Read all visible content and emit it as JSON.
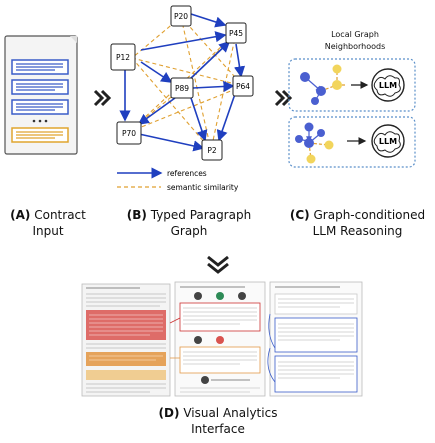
{
  "graph": {
    "nodes": [
      "P20",
      "P45",
      "P12",
      "P89",
      "P64",
      "P70",
      "P2"
    ],
    "legend_references": "references",
    "legend_similarity": "semantic similarity"
  },
  "neighborhoods": {
    "title_line1": "Local Graph",
    "title_line2": "Neighborhoods",
    "llm_label": "LLM"
  },
  "captions": {
    "a_letter": "(A)",
    "a_line1": "Contract",
    "a_line2": "Input",
    "b_letter": "(B)",
    "b_line1": "Typed Paragraph",
    "b_line2": "Graph",
    "c_letter": "(C)",
    "c_line1": "Graph-conditioned",
    "c_line2": "LLM Reasoning",
    "d_letter": "(D)",
    "d_line1": "Visual Analytics",
    "d_line2": "Interface"
  },
  "colors": {
    "reference_edge": "#1f3fbf",
    "similarity_edge": "#e0a030",
    "node_blue": "#4a5fd0",
    "node_yellow": "#f2d55c",
    "neighborhood_box": "#5b8fc9"
  }
}
